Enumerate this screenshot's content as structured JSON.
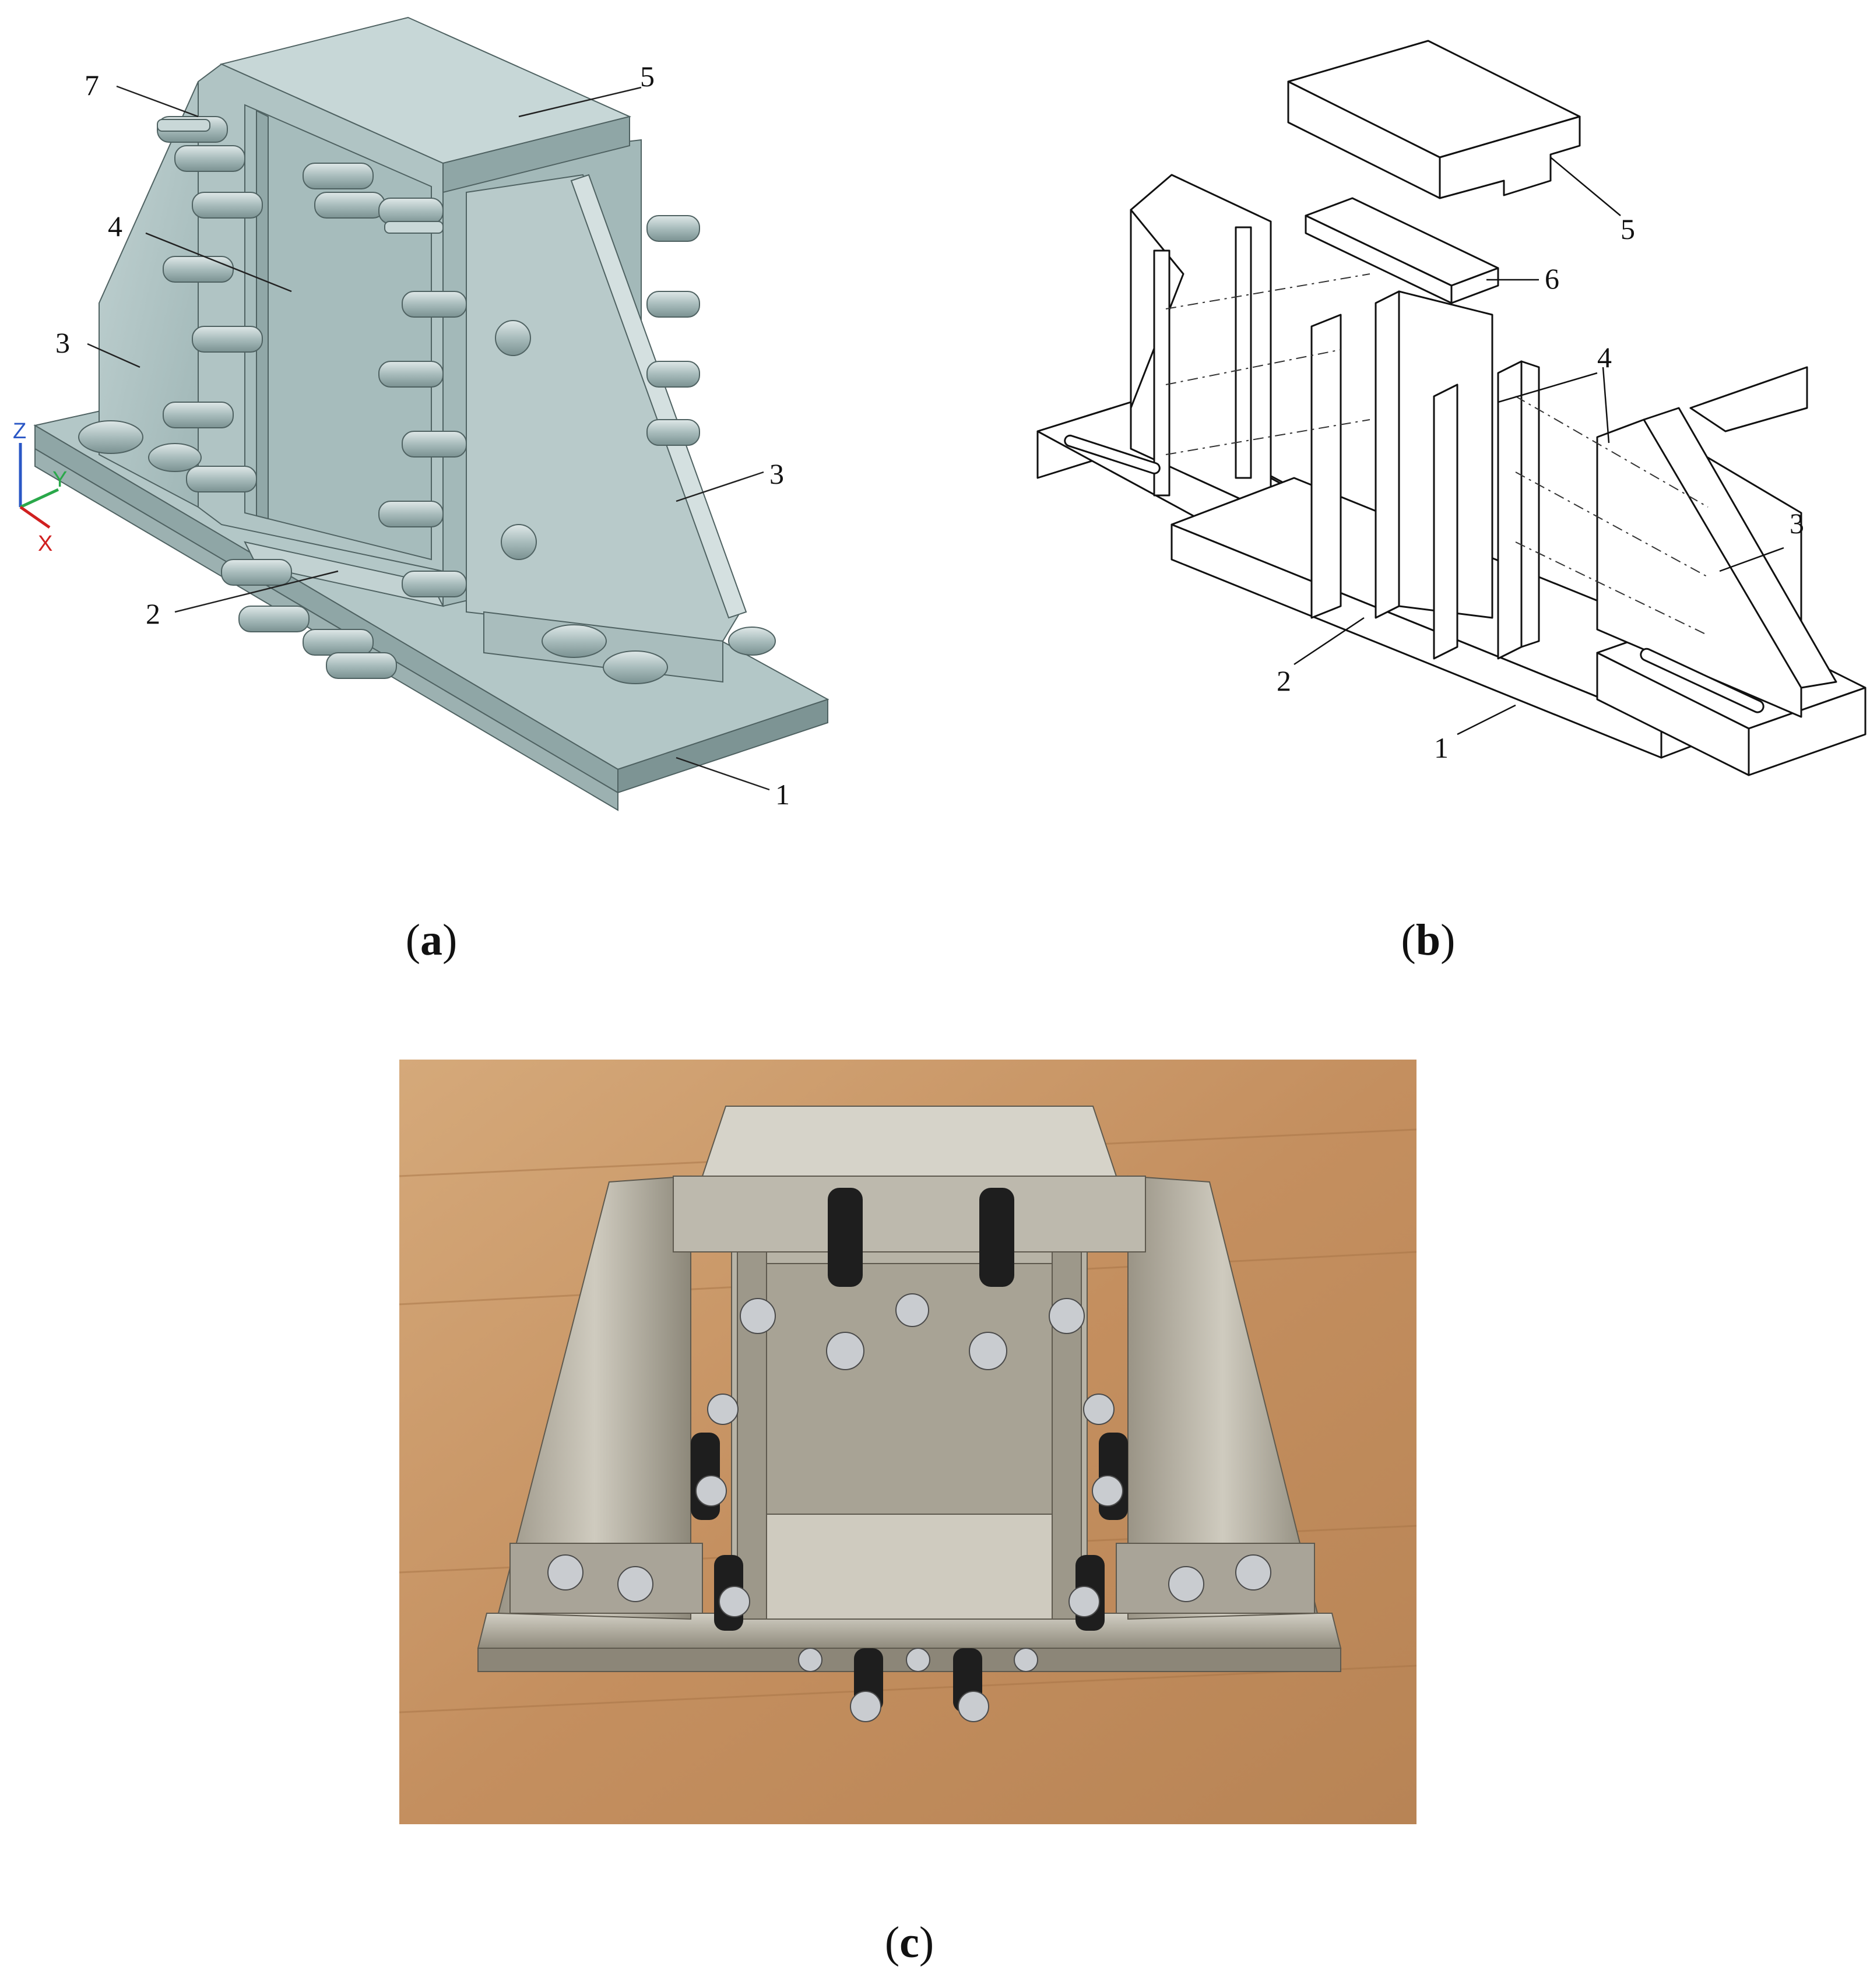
{
  "panels": {
    "a": {
      "caption_letter": "a",
      "axes": {
        "z": "Z",
        "y": "Y",
        "x": "X"
      },
      "labels": [
        "1",
        "2",
        "3",
        "3",
        "4",
        "5",
        "7"
      ]
    },
    "b": {
      "caption_letter": "b",
      "labels": [
        "1",
        "2",
        "3",
        "4",
        "5",
        "6"
      ]
    },
    "c": {
      "caption_letter": "c"
    }
  },
  "colors": {
    "cad_face": "#a9bfbf",
    "cad_dark": "#7f9696",
    "cad_light": "#c6d6d6",
    "wood": "#c89a6c",
    "steel": "#b7b3a6"
  }
}
